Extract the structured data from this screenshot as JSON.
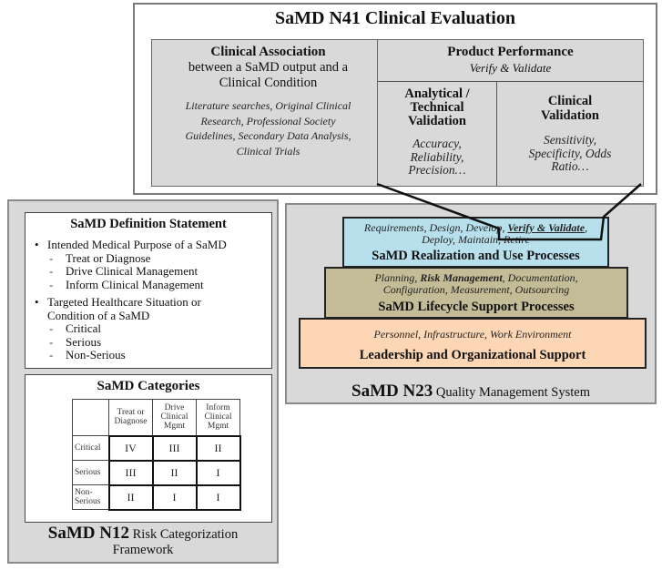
{
  "n41": {
    "title": "SaMD N41 Clinical Evaluation",
    "clinical_association": {
      "title": "Clinical Association",
      "subtitle_line1": "between a SaMD output and a",
      "subtitle_line2": "Clinical Condition",
      "details": [
        "Literature searches, Original Clinical",
        "Research, Professional Society",
        "Guidelines, Secondary Data Analysis,",
        "Clinical Trials"
      ]
    },
    "product_performance": {
      "title": "Product Performance",
      "subtitle": "Verify & Validate",
      "analytical": {
        "title": [
          "Analytical /",
          "Technical",
          "Validation"
        ],
        "details": [
          "Accuracy,",
          "Reliability,",
          "Precision…"
        ]
      },
      "clinical": {
        "title": [
          "Clinical",
          "Validation"
        ],
        "details": [
          "Sensitivity,",
          "Specificity, Odds",
          "Ratio…"
        ]
      }
    }
  },
  "n12": {
    "definition": {
      "title": "SaMD Definition Statement",
      "groups": [
        {
          "bullet": "•",
          "label": "Intended Medical Purpose of a SaMD",
          "items": [
            "Treat or Diagnose",
            "Drive Clinical Management",
            "Inform Clinical Management"
          ]
        },
        {
          "bullet": "•",
          "label_line1": "Targeted Healthcare Situation or",
          "label_line2": "Condition of a SaMD",
          "items": [
            "Critical",
            "Serious",
            "Non-Serious"
          ]
        }
      ],
      "dash": "-"
    },
    "categories": {
      "title": "SaMD Categories",
      "col_headers": [
        [
          "Treat or",
          "Diagnose"
        ],
        [
          "Drive",
          "Clinical",
          "Mgmt"
        ],
        [
          "Inform",
          "Clinical",
          "Mgmt"
        ]
      ],
      "rows": [
        {
          "label": [
            "Critical"
          ],
          "values": [
            "IV",
            "III",
            "II"
          ]
        },
        {
          "label": [
            "Serious"
          ],
          "values": [
            "III",
            "II",
            "I"
          ]
        },
        {
          "label": [
            "Non-",
            "Serious"
          ],
          "values": [
            "II",
            "I",
            "I"
          ]
        }
      ]
    },
    "caption_bold": "SaMD N12",
    "caption_rest": " Risk Categorization",
    "caption_line2": "Framework"
  },
  "n23": {
    "realization": {
      "items_pre": "Requirements, Design, Develop, ",
      "items_highlight": "Verify & Validate",
      "items_post": ",",
      "items_line2": "Deploy, Maintain, Retire",
      "title": "SaMD Realization and Use Processes",
      "color": "#b8e0ec"
    },
    "lifecycle": {
      "items_pre": "Planning, ",
      "items_highlight": "Risk Management",
      "items_post": ", Documentation,",
      "items_line2": "Configuration, Measurement, Outsourcing",
      "title": "SaMD Lifecycle Support Processes",
      "color": "#c4bc96"
    },
    "leadership": {
      "items": "Personnel, Infrastructure, Work Environment",
      "title": "Leadership and Organizational Support",
      "color": "#fdd7b5"
    },
    "caption_bold": "SaMD N23",
    "caption_rest": " Quality Management System"
  }
}
